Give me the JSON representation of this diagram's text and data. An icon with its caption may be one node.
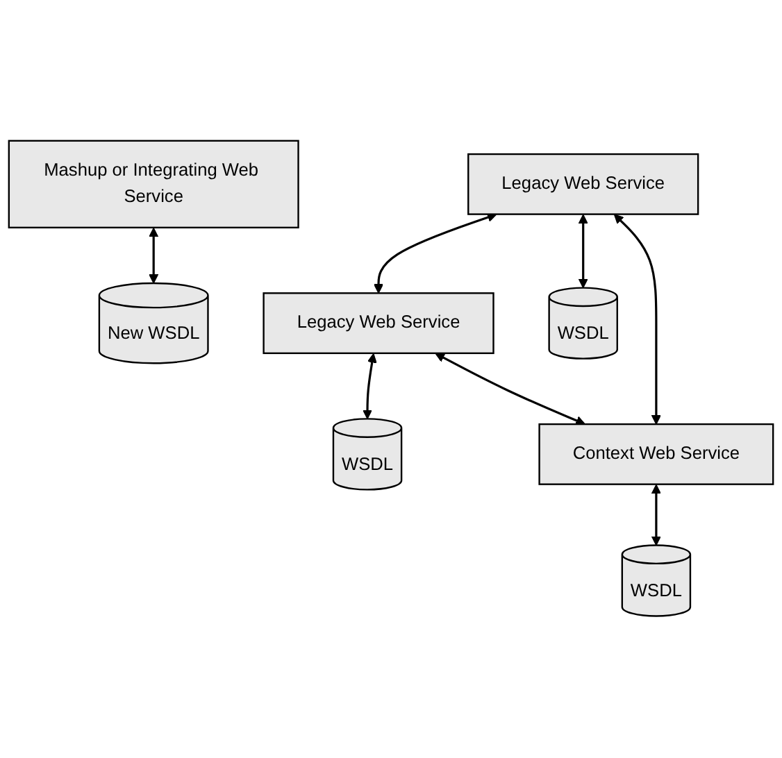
{
  "diagram": {
    "nodes": [
      {
        "text": [
          "Mashup or Integrating Web Service"
        ]
      },
      {
        "text": [
          "New WSDL"
        ]
      },
      {
        "text": [
          "Legacy Web Service"
        ]
      },
      {
        "text": [
          "Legacy Web Service"
        ]
      },
      {
        "text": [
          "WSDL"
        ]
      },
      {
        "text": [
          "WSDL"
        ]
      },
      {
        "text": [
          "Context Web Service"
        ]
      },
      {
        "text": [
          "WSDL"
        ]
      }
    ],
    "edges": [
      {
        "from": 0,
        "to": 1,
        "arrow": "both"
      },
      {
        "from": 2,
        "to": 3,
        "arrow": "both"
      },
      {
        "from": 2,
        "to": 6,
        "arrow": "both"
      },
      {
        "from": 3,
        "to": 6,
        "arrow": "both"
      },
      {
        "from": 2,
        "to": 4,
        "arrow": "both"
      },
      {
        "from": 3,
        "to": 5,
        "arrow": "both"
      },
      {
        "from": 6,
        "to": 7,
        "arrow": "both"
      }
    ]
  }
}
